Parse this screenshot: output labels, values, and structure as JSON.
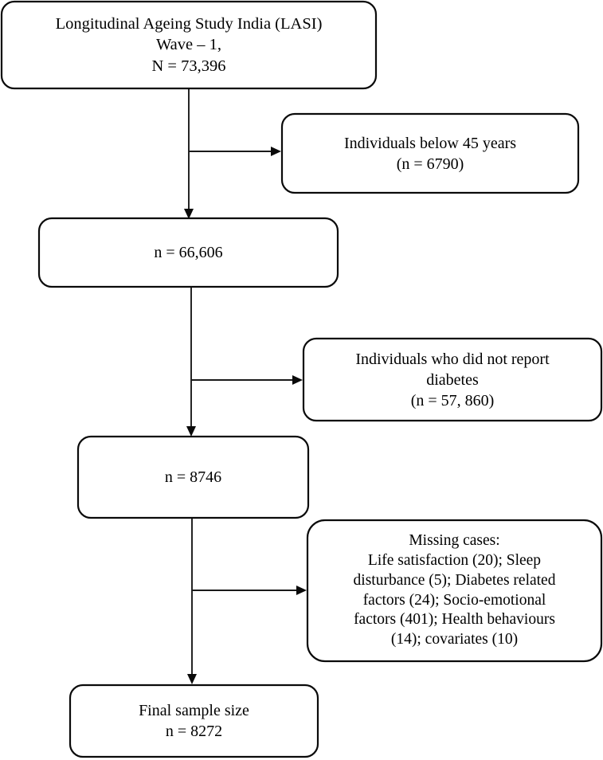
{
  "diagram": {
    "type": "flowchart",
    "title": "LASI Wave 1 study sample selection flow diagram",
    "orientation": "top-to-bottom",
    "stroke_color": "#0a0a0a",
    "background_color": "#ffffff",
    "nodes": [
      {
        "id": "source-population",
        "kind": "main",
        "text": "Longitudinal Ageing Study India (LASI)\nWave – 1,\nN = 73,396",
        "lines": [
          "Longitudinal Ageing Study India (LASI)",
          "Wave – 1,",
          "N = 73,396"
        ],
        "count_label": "N = 73,396",
        "count": 73396
      },
      {
        "id": "excluded-below-45",
        "kind": "exclusion",
        "text": "Individuals below 45 years\n(n = 6790)",
        "lines": [
          "Individuals below 45 years",
          "(n = 6790)"
        ],
        "count_label": "(n = 6790)",
        "count": 6790
      },
      {
        "id": "after-age-filter",
        "kind": "main",
        "text": "n = 66,606",
        "lines": [
          "n = 66,606"
        ],
        "count_label": "n = 66,606",
        "count": 66606
      },
      {
        "id": "excluded-no-diabetes",
        "kind": "exclusion",
        "text": "Individuals who did not report\ndiabetes\n(n = 57, 860)",
        "lines": [
          "Individuals who did not report",
          "diabetes",
          "(n = 57, 860)"
        ],
        "count_label": "(n = 57, 860)",
        "count": 57860
      },
      {
        "id": "after-diabetes-filter",
        "kind": "main",
        "text": "n = 8746",
        "lines": [
          "n = 8746"
        ],
        "count_label": "n = 8746",
        "count": 8746
      },
      {
        "id": "excluded-missing-cases",
        "kind": "exclusion",
        "text": "Missing cases:\nLife satisfaction (20); Sleep\ndisturbance (5); Diabetes related\nfactors (24); Socio-emotional\nfactors (401); Health behaviours\n(14); covariates (10)",
        "lines": [
          "Missing cases:",
          "Life satisfaction (20); Sleep",
          "disturbance (5); Diabetes related",
          "factors (24); Socio-emotional",
          "factors (401); Health behaviours",
          "(14); covariates (10)"
        ],
        "missing_breakdown": [
          {
            "label": "Life satisfaction",
            "count": 20
          },
          {
            "label": "Sleep disturbance",
            "count": 5
          },
          {
            "label": "Diabetes related factors",
            "count": 24
          },
          {
            "label": "Socio-emotional factors",
            "count": 401
          },
          {
            "label": "Health behaviours",
            "count": 14
          },
          {
            "label": "covariates",
            "count": 10
          }
        ]
      },
      {
        "id": "final-sample",
        "kind": "main",
        "text": "Final sample size\nn = 8272",
        "lines": [
          "Final sample size",
          "n = 8272"
        ],
        "count_label": "n = 8272",
        "count": 8272
      }
    ],
    "edges": [
      {
        "from": "source-population",
        "to": "after-age-filter",
        "direction": "down"
      },
      {
        "from": "source-population",
        "to": "excluded-below-45",
        "direction": "right"
      },
      {
        "from": "after-age-filter",
        "to": "after-diabetes-filter",
        "direction": "down"
      },
      {
        "from": "after-age-filter",
        "to": "excluded-no-diabetes",
        "direction": "right"
      },
      {
        "from": "after-diabetes-filter",
        "to": "final-sample",
        "direction": "down"
      },
      {
        "from": "after-diabetes-filter",
        "to": "excluded-missing-cases",
        "direction": "right"
      }
    ]
  }
}
